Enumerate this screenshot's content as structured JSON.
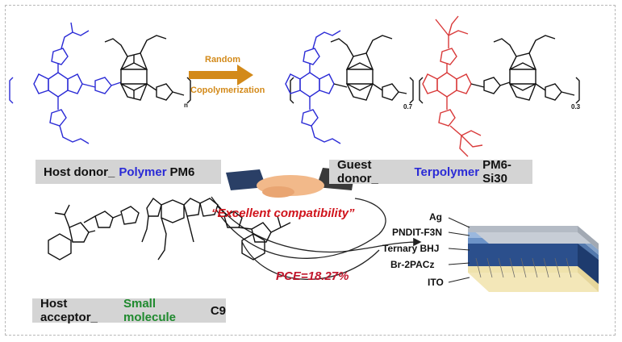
{
  "arrow_label": {
    "line1": "Random",
    "line2": "Copolymerization"
  },
  "host_donor": {
    "prefix": "Host donor_ ",
    "type": "Polymer",
    "name": " PM6"
  },
  "guest_donor": {
    "prefix": "Guest donor_ ",
    "type": "Terpolymer",
    "name": " PM6-Si30"
  },
  "host_acceptor": {
    "prefix": "Host acceptor_",
    "type": "Small molecule",
    "name": " C9"
  },
  "compatibility": "“Excellent compatibility”",
  "pce": "PCE=18.27%",
  "subscripts": {
    "pm6": "n",
    "a": "0.7",
    "b": "0.3"
  },
  "device_layers": [
    "Ag",
    "PNDIT-F3N",
    "Ternary  BHJ",
    "Br-2PACz",
    "ITO"
  ],
  "colors": {
    "pm6": "#2b2bd6",
    "si_unit": "#d93a3a",
    "arrow": "#d38a1a",
    "pce": "#c0162c",
    "compat": "#d0141c"
  }
}
